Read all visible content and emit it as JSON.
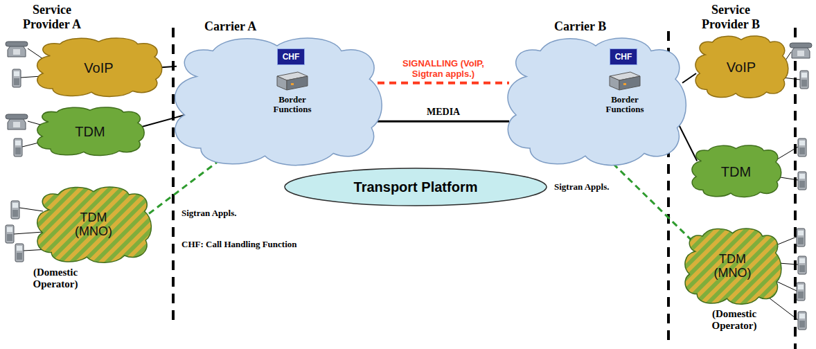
{
  "diagram": {
    "nodes": [
      {
        "text": [
          "VoIP"
        ]
      },
      {
        "text": [
          "TDM"
        ]
      },
      {
        "text": [
          "TDM (MNO)",
          "(Domestic Operator)"
        ]
      },
      {
        "text": [
          "Carrier A"
        ]
      },
      {
        "text": [
          "CHF"
        ],
        "in": 3
      },
      {
        "text": [
          "Carrier B"
        ]
      },
      {
        "text": [
          "CHF"
        ],
        "in": 5
      },
      {
        "text": [
          "VoIP"
        ]
      },
      {
        "text": [
          "TDM"
        ]
      },
      {
        "text": [
          "TDM (MNO)",
          "(Domestic Operator)"
        ]
      },
      {
        "text": [
          "Transport Platform"
        ]
      }
    ],
    "edges": [
      {
        "from": 0,
        "to": 3,
        "arrow": "none"
      },
      {
        "from": 1,
        "to": 3,
        "arrow": "none"
      },
      {
        "from": 2,
        "to": 3,
        "arrow": "none"
      },
      {
        "from": 3,
        "to": 5,
        "label": "SIGNALLING (VoIP, Sigtran appls.)",
        "arrow": "none"
      },
      {
        "from": 3,
        "to": 5,
        "label": "MEDIA",
        "arrow": "none"
      },
      {
        "from": 5,
        "to": 7,
        "arrow": "none"
      },
      {
        "from": 5,
        "to": 8,
        "arrow": "none"
      },
      {
        "from": 5,
        "to": 9,
        "arrow": "none"
      }
    ],
    "labels": [
      "Service Provider A",
      "Service Provider B",
      "Border Functions",
      "Border Functions",
      "Sigtran Appls.",
      "Sigtran Appls.",
      "CHF: Call Handling Function"
    ]
  }
}
